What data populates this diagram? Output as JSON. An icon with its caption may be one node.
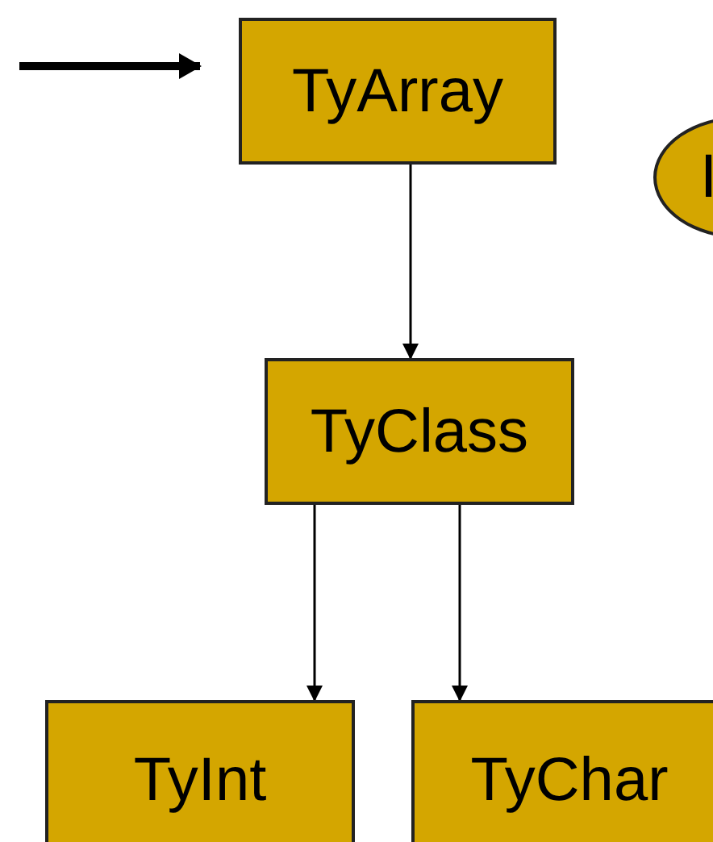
{
  "diagram": {
    "nodes": [
      {
        "text": [
          "TyArray"
        ]
      },
      {
        "text": [
          "TyClass"
        ]
      },
      {
        "text": [
          "TyInt"
        ]
      },
      {
        "text": [
          "TyChar"
        ]
      },
      {
        "text": [
          "I"
        ]
      }
    ],
    "edges": [
      {
        "from": null,
        "to": 0,
        "arrow": "to",
        "style": "thick"
      },
      {
        "from": 0,
        "to": 1,
        "arrow": "to"
      },
      {
        "from": 1,
        "to": 2,
        "arrow": "to"
      },
      {
        "from": 1,
        "to": 3,
        "arrow": "to"
      }
    ]
  }
}
